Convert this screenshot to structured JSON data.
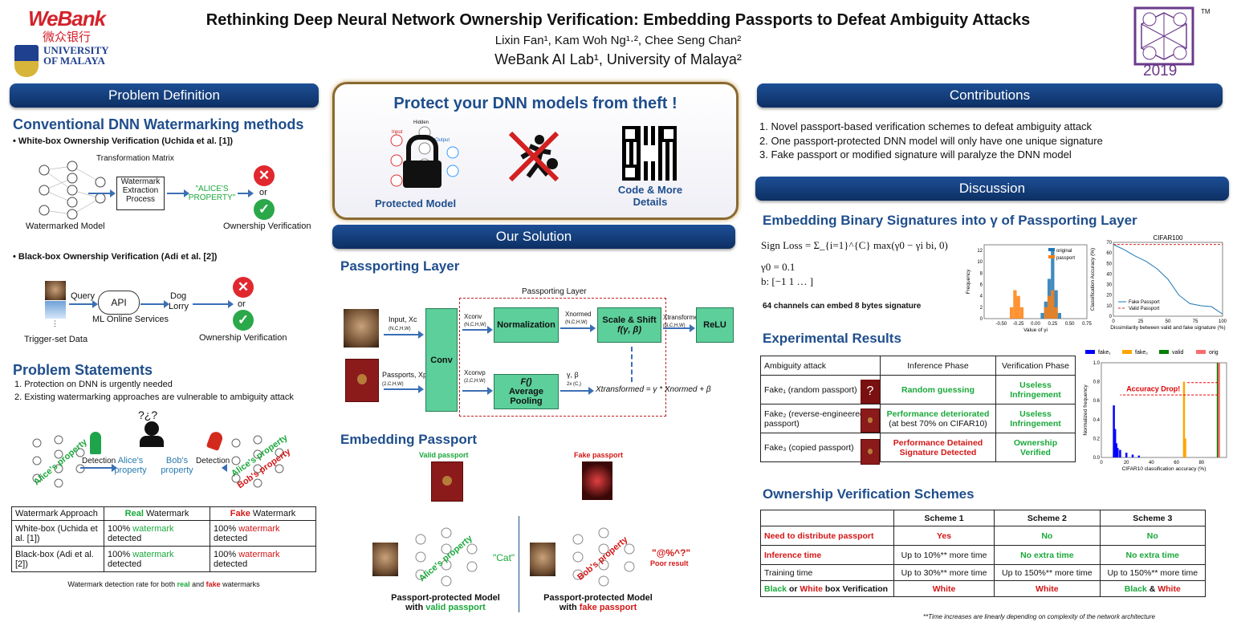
{
  "header": {
    "logo_webank": "WeBank",
    "logo_webank_cn": "微众银行",
    "logo_um": "UNIVERSITY OF MALAYA",
    "title": "Rethinking Deep Neural Network Ownership Verification: Embedding Passports to Defeat Ambiguity Attacks",
    "authors": "Lixin Fan¹, Kam Woh Ng¹·², Chee Seng Chan²",
    "affiliations": "WeBank AI Lab¹, University of Malaya²",
    "nips_year": "2019",
    "nips_tm": "TM"
  },
  "problem": {
    "banner": "Problem Definition",
    "conv_title": "Conventional DNN Watermarking methods",
    "wb_label": "White-box Ownership Verification (Uchida et al. [1])",
    "transformation": "Transformation Matrix",
    "extraction": "Watermark Extraction Process",
    "alice_prop": "\"ALICE'S PROPERTY\"",
    "or1": "or",
    "watermarked_model": "Watermarked Model",
    "ownership_verif1": "Ownership Verification",
    "bb_label": "Black-box Ownership Verification (Adi et al. [2])",
    "query": "Query",
    "api": "API",
    "ml_online": "ML Online Services",
    "dog": "Dog",
    "lorry": "Lorry",
    "or2": "or",
    "trigger": "Trigger-set Data",
    "ownership_verif2": "Ownership Verification",
    "statements_title": "Problem Statements",
    "statements": [
      "1.  Protection on DNN is urgently needed",
      "2.  Existing watermarking approaches are vulnerable to ambiguity attack"
    ],
    "detection1": "Detection",
    "detection2": "Detection",
    "alices_property": "Alice's property",
    "bobs_property": "Bob's property",
    "qmarks": "?¿?",
    "table": {
      "headers": [
        "Watermark Approach",
        "Real Watermark",
        "Fake Watermark"
      ],
      "rows": [
        {
          "approach": "White-box (Uchida et al. [1])",
          "real": "100% watermark detected",
          "fake": "100% watermark detected"
        },
        {
          "approach": "Black-box (Adi et al. [2])",
          "real": "100% watermark detected",
          "fake": "100% watermark detected"
        }
      ],
      "caption": "Watermark detection rate for both real and fake watermarks"
    }
  },
  "protect": {
    "title": "Protect your DNN models from theft !",
    "protected_model": "Protected Model",
    "code_details": "Code & More Details",
    "hidden": "Hidden",
    "input": "Input",
    "output": "Output"
  },
  "solution": {
    "banner": "Our Solution",
    "passporting_title": "Passporting Layer",
    "layer_label": "Passporting Layer",
    "input_x": "Input, Xc",
    "input_dim": "(N,C,H,W)",
    "passports_x": "Passports, Xp",
    "passports_dim": "(2,C,H,W)",
    "conv": "Conv",
    "xconv": "Xconv",
    "xconv_dim": "(N,C,H,W)",
    "xconvp": "Xconvp",
    "xconvp_dim": "(2,C,H,W)",
    "normalization": "Normalization",
    "xnormed": "Xnormed",
    "xnormed_dim": "(N,C,H,W)",
    "scale_shift": "Scale & Shift",
    "f_gamma_beta": "f(γ, β)",
    "xtransformed": "Xtransformed",
    "xtransformed_dim": "(N,C,H,W)",
    "relu": "ReLU",
    "avgpool_f": "F()",
    "avgpool": "Average Pooling",
    "gamma_beta": "γ, β",
    "gamma_beta_dim": "2x (C,)",
    "formula": "Xtransformed = γ * Xnormed + β",
    "embedding_title": "Embedding Passport",
    "valid_passport": "Valid passport",
    "fake_passport": "Fake passport",
    "cat_label": "\"Cat\"",
    "garbled": "\"@%^?\"",
    "poor_result": "Poor result",
    "alice_prop": "Alice's property",
    "bob_prop": "Bob's property",
    "valid_caption1": "Passport-protected Model",
    "valid_caption2a": "with ",
    "valid_caption2b": "valid passport",
    "fake_caption1": "Passport-protected Model",
    "fake_caption2a": "with ",
    "fake_caption2b": "fake passport"
  },
  "contributions": {
    "banner": "Contributions",
    "items": [
      "1.  Novel passport-based verification schemes to defeat ambiguity attack",
      "2.  One passport-protected DNN model will only have one unique signature",
      "3.  Fake passport or modified signature will paralyze the DNN model"
    ]
  },
  "discussion": {
    "banner": "Discussion",
    "embedding_title": "Embedding Binary Signatures into γ of Passporting Layer",
    "sign_loss": "Sign Loss = Σ_{i=1}^{C} max(γ0 − γi bi, 0)",
    "gamma0": "γ0 = 0.1",
    "b": "b: [−1 1 … ]",
    "channels": "64 channels can embed 8 bytes signature",
    "exp_title": "Experimental Results",
    "exp_table": {
      "headers": [
        "Ambiguity attack",
        "Inference Phase",
        "Verification Phase"
      ],
      "rows": [
        {
          "attack": "Fake₁ (random passport)",
          "inference": "Random guessing",
          "verification": "Useless Infringement"
        },
        {
          "attack": "Fake₂ (reverse-engineered passport)",
          "inference": "Performance deteriorated",
          "inference2": "(at best 70% on CIFAR10)",
          "verification": "Useless Infringement"
        },
        {
          "attack": "Fake₃ (copied passport)",
          "inference": "Performance Detained Signature Detected",
          "verification": "Ownership Verified"
        }
      ]
    },
    "schemes_title": "Ownership Verification Schemes",
    "schemes_table": {
      "headers": [
        "",
        "Scheme 1",
        "Scheme 2",
        "Scheme 3"
      ],
      "rows": [
        {
          "label": "Need to distribute passport",
          "s1": "Yes",
          "s2": "No",
          "s3": "No"
        },
        {
          "label": "Inference time",
          "s1": "Up to 10%** more time",
          "s2": "No extra time",
          "s3": "No extra time"
        },
        {
          "label": "Training time",
          "s1": "Up to 30%** more time",
          "s2": "Up to 150%** more time",
          "s3": "Up to 150%** more time"
        },
        {
          "label_a": "Black",
          "label_b": " or ",
          "label_c": "White",
          "label_d": " box Verification",
          "s1": "White",
          "s2": "White",
          "s3a": "Black",
          "s3b": " & ",
          "s3c": "White"
        }
      ]
    },
    "footnote": "**Time increases are linearly depending on complexity of the network architecture"
  },
  "chart_data": [
    {
      "type": "histogram",
      "title": "",
      "xlabel": "Value of γi",
      "ylabel": "Frequency",
      "xlim": [
        -0.75,
        0.75
      ],
      "ylim": [
        0,
        13
      ],
      "xticks": [
        "-0.50",
        "-0.25",
        "0.00",
        "0.25",
        "0.50",
        "0.75"
      ],
      "yticks": [
        "0",
        "2",
        "4",
        "6",
        "8",
        "10",
        "12"
      ],
      "legend": [
        "original",
        "passport"
      ],
      "legend_position": "top-right",
      "series": [
        {
          "name": "original",
          "color": "#1f77b4",
          "x": [
            0.1,
            0.15,
            0.2,
            0.25,
            0.3,
            0.35
          ],
          "y": [
            1,
            3,
            7,
            12,
            5,
            1
          ]
        },
        {
          "name": "passport",
          "color": "#ff7f0e",
          "x": [
            -0.35,
            -0.3,
            -0.25,
            -0.2,
            0.15,
            0.2,
            0.25,
            0.3
          ],
          "y": [
            2,
            5,
            4,
            2,
            2,
            4,
            5,
            2
          ]
        }
      ]
    },
    {
      "type": "line",
      "title": "CIFAR100",
      "xlabel": "Dissimilarity between valid and fake signature (%)",
      "ylabel": "Classification Accuracy (%)",
      "xlim": [
        0,
        100
      ],
      "ylim": [
        0,
        70
      ],
      "xticks": [
        "0",
        "25",
        "50",
        "75",
        "100"
      ],
      "yticks": [
        "0",
        "10",
        "20",
        "30",
        "40",
        "50",
        "60",
        "70"
      ],
      "legend": [
        "Fake Passport",
        "Valid Passport"
      ],
      "legend_position": "bottom-left",
      "series": [
        {
          "name": "Fake Passport",
          "color": "#1f77b4",
          "x": [
            0,
            10,
            20,
            30,
            40,
            50,
            60,
            70,
            80,
            90,
            100
          ],
          "y": [
            68,
            63,
            57,
            52,
            45,
            35,
            20,
            12,
            10,
            9,
            2
          ]
        },
        {
          "name": "Valid Passport",
          "color": "#d62728",
          "x": [
            0,
            100
          ],
          "y": [
            68,
            68
          ]
        }
      ]
    },
    {
      "type": "histogram",
      "title": "",
      "xlabel": "CIFAR10 classification accuracy (%)",
      "ylabel": "Normalized frequency",
      "xlim": [
        0,
        100
      ],
      "ylim": [
        0,
        1.0
      ],
      "xticks": [
        "0",
        "20",
        "40",
        "60",
        "80"
      ],
      "yticks": [
        "0.0",
        "0.2",
        "0.4",
        "0.6",
        "0.8",
        "1.0"
      ],
      "legend": [
        "fake₁",
        "fake₂",
        "valid",
        "orig"
      ],
      "legend_position": "top",
      "annotation": "Accuracy Drop!",
      "series": [
        {
          "name": "fake₁",
          "color": "#0000ff",
          "x": [
            10,
            11,
            12,
            13,
            15,
            20,
            25,
            30
          ],
          "y": [
            0.55,
            0.3,
            0.15,
            0.1,
            0.08,
            0.05,
            0.03,
            0.02
          ]
        },
        {
          "name": "fake₂",
          "color": "#ffa500",
          "x": [
            66,
            67
          ],
          "y": [
            0.8,
            0.2
          ]
        },
        {
          "name": "valid",
          "color": "#008000",
          "x": [
            93
          ],
          "y": [
            1.0
          ]
        },
        {
          "name": "orig",
          "color": "#ff6b6b",
          "x": [
            94
          ],
          "y": [
            1.0
          ]
        }
      ]
    }
  ]
}
